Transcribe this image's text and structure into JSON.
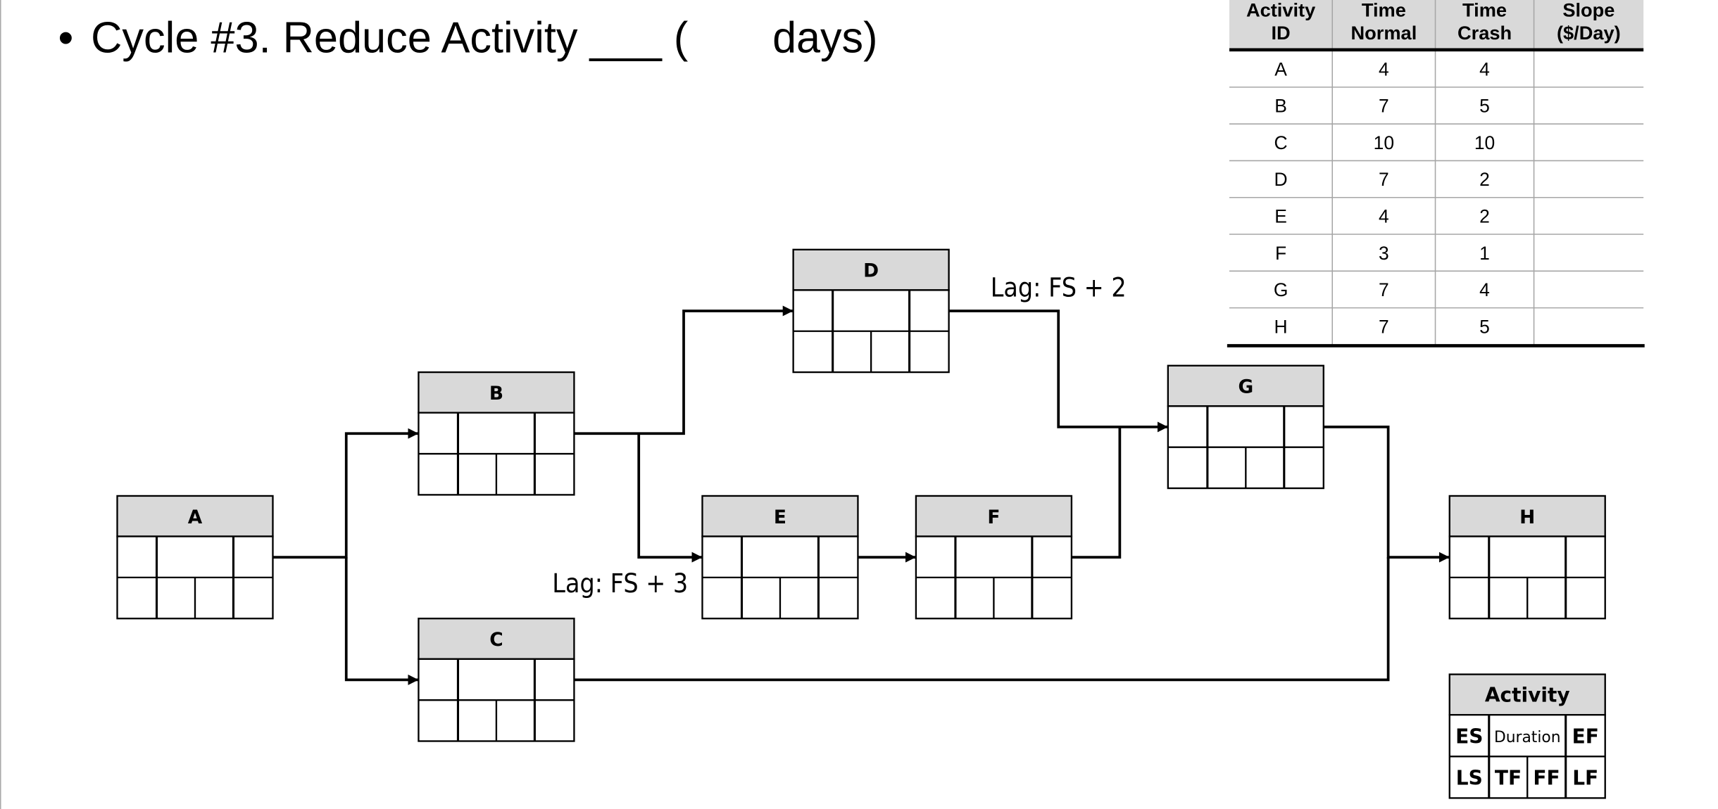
{
  "title": {
    "bullet": "•",
    "prefix": "Cycle #3. Reduce Activity ___ (",
    "suffix": "days)"
  },
  "table": {
    "headers": [
      [
        "Activity",
        "ID"
      ],
      [
        "Time",
        "Normal"
      ],
      [
        "Time",
        "Crash"
      ],
      [
        "Slope",
        "($/Day)"
      ]
    ],
    "rows": [
      [
        "A",
        "4",
        "4",
        ""
      ],
      [
        "B",
        "7",
        "5",
        ""
      ],
      [
        "C",
        "10",
        "10",
        ""
      ],
      [
        "D",
        "7",
        "2",
        ""
      ],
      [
        "E",
        "4",
        "2",
        ""
      ],
      [
        "F",
        "3",
        "1",
        ""
      ],
      [
        "G",
        "7",
        "4",
        ""
      ],
      [
        "H",
        "7",
        "5",
        ""
      ]
    ]
  },
  "diagram": {
    "nodes": [
      "A",
      "B",
      "C",
      "D",
      "E",
      "F",
      "G",
      "H"
    ],
    "edges": [
      [
        "A",
        "B"
      ],
      [
        "A",
        "C"
      ],
      [
        "B",
        "D"
      ],
      [
        "B",
        "E"
      ],
      [
        "E",
        "F"
      ],
      [
        "D",
        "G"
      ],
      [
        "F",
        "G"
      ],
      [
        "G",
        "H"
      ],
      [
        "C",
        "H"
      ]
    ],
    "lag_d_g": "Lag: FS + 2",
    "lag_b_e": "Lag: FS + 3"
  },
  "legend": {
    "title": "Activity",
    "es": "ES",
    "duration": "Duration",
    "ef": "EF",
    "ls": "LS",
    "tf": "TF",
    "ff": "FF",
    "lf": "LF"
  },
  "colors": {
    "header_fill": "#d9d9d9",
    "line": "#000000",
    "table_grid": "#a6a6a6"
  }
}
